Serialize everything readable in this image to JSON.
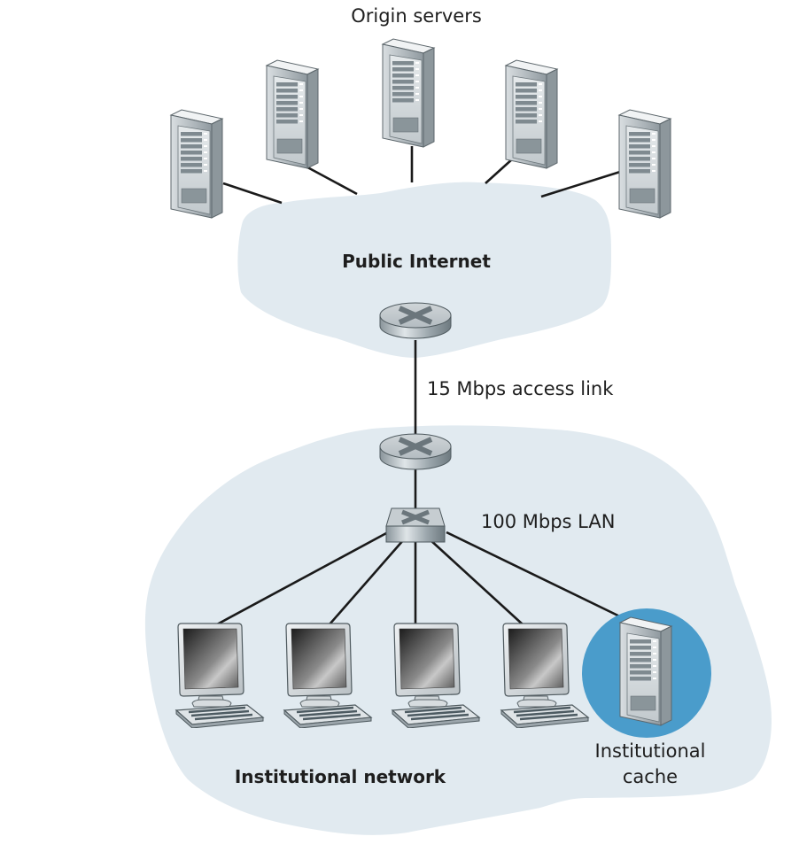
{
  "title": "Origin servers",
  "labels": {
    "origin_servers": "Origin servers",
    "public_internet": "Public Internet",
    "access_link": "15 Mbps access link",
    "lan": "100 Mbps LAN",
    "institutional_network": "Institutional network",
    "cache_line1": "Institutional",
    "cache_line2": "cache"
  },
  "colors": {
    "cloud": "#e1eaf0",
    "cache_highlight": "#4a9ccb",
    "link": "#1a1a1a",
    "text": "#1e1e1e"
  },
  "nodes": {
    "origin_servers": [
      {
        "id": "origin-server-1"
      },
      {
        "id": "origin-server-2"
      },
      {
        "id": "origin-server-3"
      },
      {
        "id": "origin-server-4"
      },
      {
        "id": "origin-server-5"
      }
    ],
    "internet_router": {
      "id": "internet-router",
      "type": "router"
    },
    "institution_router": {
      "id": "institution-router",
      "type": "router"
    },
    "lan_switch": {
      "id": "lan-switch",
      "type": "switch"
    },
    "hosts": [
      {
        "id": "host-1",
        "type": "pc"
      },
      {
        "id": "host-2",
        "type": "pc"
      },
      {
        "id": "host-3",
        "type": "pc"
      },
      {
        "id": "host-4",
        "type": "pc"
      }
    ],
    "cache": {
      "id": "institutional-cache",
      "type": "server"
    }
  }
}
